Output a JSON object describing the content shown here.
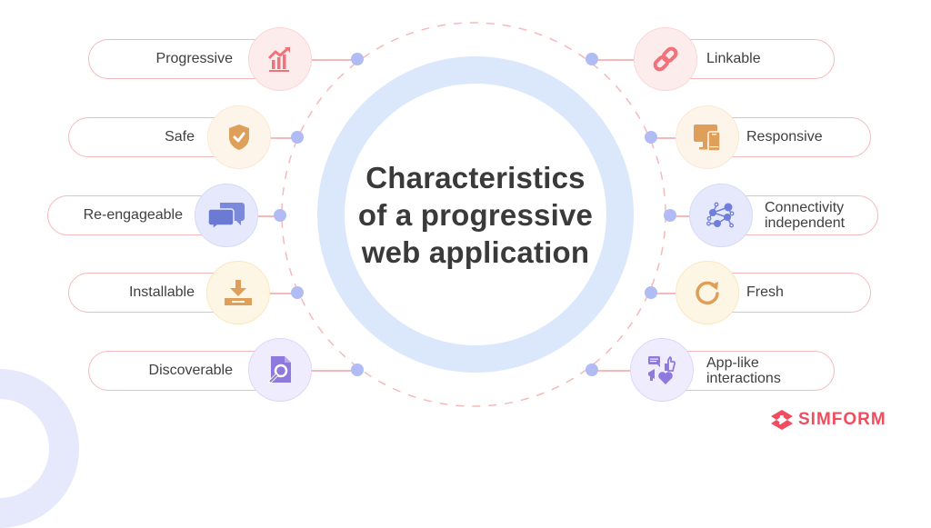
{
  "title": {
    "line1": "Characteristics",
    "line2": "of a progressive",
    "line3": "web application"
  },
  "left_items": [
    {
      "label": "Progressive",
      "icon": "growth-chart-icon",
      "color": "#f0727b",
      "bg": "#fdecec",
      "border": "#fbd6d7"
    },
    {
      "label": "Safe",
      "icon": "shield-check-icon",
      "color": "#dd9f59",
      "bg": "#fef5ea",
      "border": "#fbe8d2"
    },
    {
      "label": "Re-engageable",
      "icon": "chat-bubbles-icon",
      "color": "#7a89d9",
      "bg": "#e6e9fb",
      "border": "#d5dbf7"
    },
    {
      "label": "Installable",
      "icon": "download-tray-icon",
      "color": "#dd9f59",
      "bg": "#fef6e4",
      "border": "#fbe7bd"
    },
    {
      "label": "Discoverable",
      "icon": "document-search-icon",
      "color": "#8e79dc",
      "bg": "#efedfd",
      "border": "#ddd7f8"
    }
  ],
  "right_items": [
    {
      "label": "Linkable",
      "icon": "link-icon",
      "color": "#f0727b",
      "bg": "#fdecec",
      "border": "#fbd6d7"
    },
    {
      "label": "Responsive",
      "icon": "devices-icon",
      "color": "#dd9f59",
      "bg": "#fef5ea",
      "border": "#fbe8d2"
    },
    {
      "label_line1": "Connectivity",
      "label_line2": "independent",
      "icon": "network-nodes-icon",
      "color": "#6f7fdb",
      "bg": "#e6e9fb",
      "border": "#d5dbf7"
    },
    {
      "label": "Fresh",
      "icon": "refresh-icon",
      "color": "#dd9f59",
      "bg": "#fef6e4",
      "border": "#fbe7bd"
    },
    {
      "label_line1": "App-like",
      "label_line2": "interactions",
      "icon": "interactions-icon",
      "color": "#8e79dc",
      "bg": "#efedfd",
      "border": "#ddd7f8"
    }
  ],
  "brand": {
    "name": "SIMFORM",
    "color": "#ef4e5f"
  },
  "colors": {
    "pill_border": "#f6b9bb",
    "dot": "#b0bcf3",
    "core_ring": "#dbe8fb",
    "dashed_ring": "#f6b9bb",
    "title_text": "#3a3a3a"
  }
}
